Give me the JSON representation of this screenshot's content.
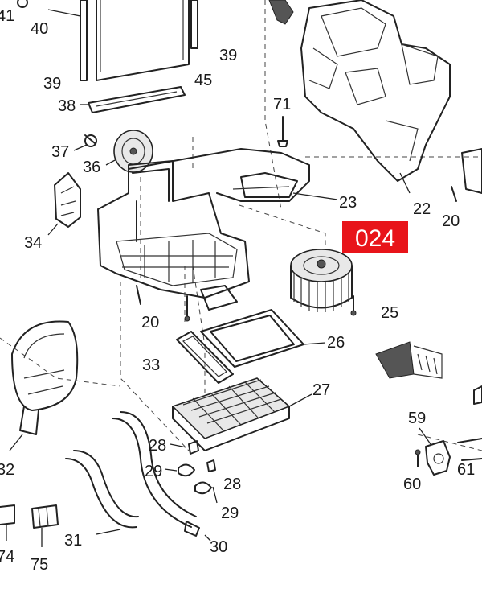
{
  "diagram": {
    "labels": {
      "l41": "41",
      "l40": "40",
      "l39a": "39",
      "l39b": "39",
      "l45": "45",
      "l38": "38",
      "l71": "71",
      "l37": "37",
      "l36": "36",
      "l23": "23",
      "l22": "22",
      "l20a": "20",
      "l34": "34",
      "l20b": "20",
      "l25": "25",
      "l26": "26",
      "l33": "33",
      "l27": "27",
      "l59": "59",
      "l32": "32",
      "l28a": "28",
      "l29a": "29",
      "l28b": "28",
      "l29b": "29",
      "l60": "60",
      "l61": "61",
      "l31": "31",
      "l30": "30",
      "l74": "74",
      "l75": "75"
    },
    "highlight": {
      "text": "024",
      "color": "#e8141a"
    }
  }
}
